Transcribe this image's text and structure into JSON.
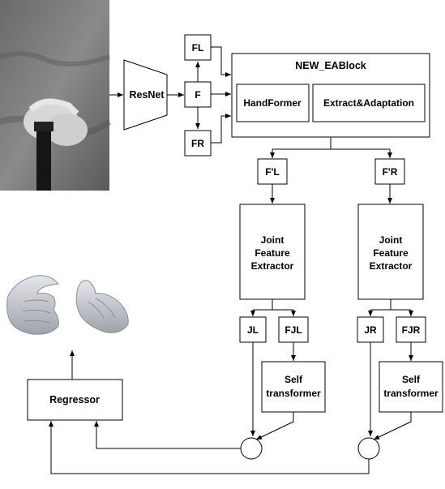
{
  "nodes": {
    "resnet": "ResNet",
    "f": "F",
    "fl": "FL",
    "fr": "FR",
    "eablock": "NEW_EABlock",
    "handformer": "HandFormer",
    "extract": "Extract&Adaptation",
    "fpl": "F'L",
    "fpr": "F'R",
    "jfe_left": [
      "Joint",
      "Feature",
      "Extractor"
    ],
    "jfe_right": [
      "Joint",
      "Feature",
      "Extractor"
    ],
    "jl": "JL",
    "fjl": "FJL",
    "jr": "JR",
    "fjr": "FJR",
    "self_left": [
      "Self",
      "transformer"
    ],
    "self_right": [
      "Self",
      "transformer"
    ],
    "regressor": "Regressor"
  },
  "colors": {
    "line": "#000000",
    "box_fill": "#ffffff",
    "photo_bg": "#7a7a7a",
    "hand_mesh": "#c9ccd2"
  }
}
